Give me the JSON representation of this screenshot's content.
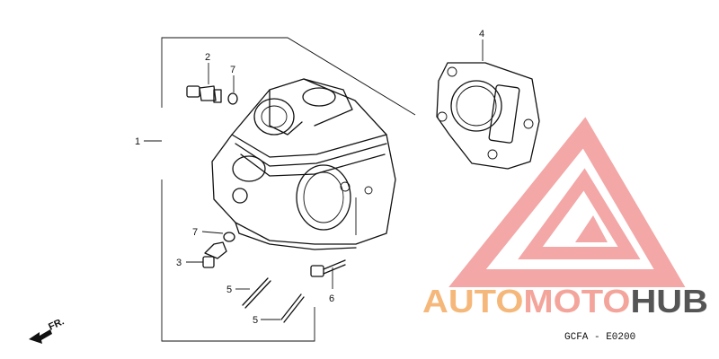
{
  "diagram": {
    "callouts": [
      {
        "id": "c1",
        "label": "1"
      },
      {
        "id": "c2",
        "label": "2"
      },
      {
        "id": "c3",
        "label": "3"
      },
      {
        "id": "c4",
        "label": "4"
      },
      {
        "id": "c5a",
        "label": "5"
      },
      {
        "id": "c5b",
        "label": "5"
      },
      {
        "id": "c6",
        "label": "6"
      },
      {
        "id": "c7a",
        "label": "7"
      },
      {
        "id": "c7b",
        "label": "7"
      }
    ],
    "front_marker": "FR.",
    "figure_code": "GCFA - E0200"
  },
  "watermark": {
    "word_part1": "AUTO",
    "word_part2": "MOTO",
    "word_part3": "HUB",
    "colors": {
      "part1": "#f5b87a",
      "part2": "#f4a59b",
      "part3": "#555555",
      "logo": "#f08a8a"
    }
  }
}
